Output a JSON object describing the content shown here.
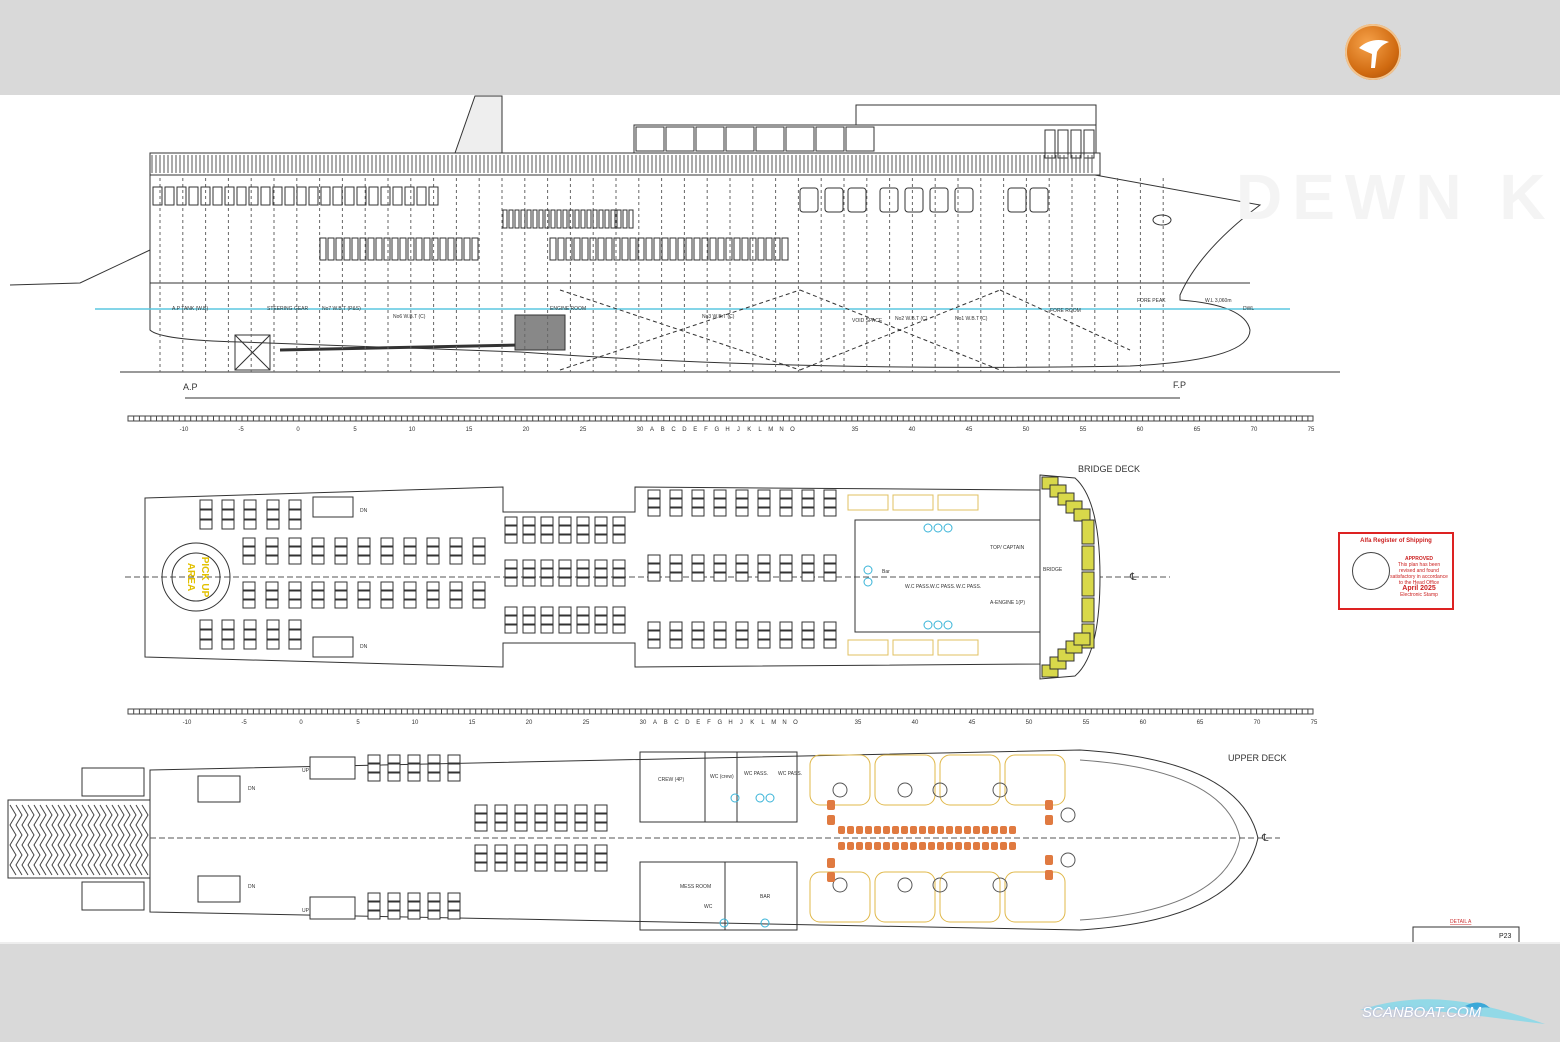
{
  "header": {
    "logo_icon": "bird-logo-icon",
    "ghost_title": "DEWN K"
  },
  "colors": {
    "accent_orange": "#d97a1a",
    "waterline": "#5bc7e0",
    "stamp_red": "#d22222",
    "deck_yellow": "#d8d84a",
    "seat_orange": "#e07a40",
    "seat_outline_yellow": "#e0b84a"
  },
  "profile": {
    "labels": {
      "ap_tank": "A.P TANK (W.B)",
      "steering": "STEERING GEAR",
      "no7": "No7 W.B.T (P&S)",
      "no6": "No6 W.B.T (C)",
      "engine_room": "ENGINE ROOM",
      "no3": "No3 W.B.T (C)",
      "void": "VOID SPACE",
      "no2": "No2 W.B.T (C)",
      "no1": "No1 W.B.T (C)",
      "fore_room": "FORE ROOM",
      "fore_peak": "FORE PEAK",
      "wl": "W.L 3,060m",
      "dwl": "DWL",
      "ap": "A.P",
      "fp": "F.P"
    },
    "ruler_numbers": [
      "-10",
      "-5",
      "0",
      "5",
      "10",
      "15",
      "20",
      "25",
      "30",
      "35",
      "40",
      "45",
      "50",
      "55",
      "60",
      "65",
      "70",
      "75"
    ],
    "ruler_letters": [
      "A",
      "B",
      "C",
      "D",
      "E",
      "F",
      "G",
      "H",
      "J",
      "K",
      "L",
      "M",
      "N",
      "O"
    ]
  },
  "bridge_deck": {
    "title": "BRIDGE DECK",
    "pickup": [
      "PICK UP",
      "AREA"
    ],
    "labels": {
      "bar": "Bar",
      "wc1": "W.C PASS.",
      "wc2": "W.C PASS.",
      "wc3": "W.C PASS.",
      "captain": "TOP/ CAPTAIN",
      "engine": "A-ENGINE 1(P)",
      "bridge": "BRIDGE",
      "dn1": "DN",
      "dn2": "DN",
      "cl": "℄"
    }
  },
  "upper_deck": {
    "title": "UPPER DECK",
    "labels": {
      "crew": "CREW (4P)",
      "wc_crew": "WC (crew)",
      "wc_p1": "WC PASS.",
      "wc_p2": "WC PASS.",
      "mess": "MESS ROOM",
      "wc": "WC",
      "bar": "BAR",
      "up1": "UP",
      "up2": "UP",
      "dn1": "DN",
      "dn2": "DN",
      "cl": "℄",
      "detail": "DETAIL A",
      "detail_ref": "P23"
    }
  },
  "stamp": {
    "title": "Alfa Register of Shipping",
    "approved": "APPROVED",
    "lines": [
      "This plan has been",
      "revised and found",
      "satisfactory in accordance",
      "to the Head Office"
    ],
    "date": "April 2025",
    "footer": "Electronic Stamp"
  },
  "footer": {
    "watermark": "SCANBOAT.COM"
  }
}
